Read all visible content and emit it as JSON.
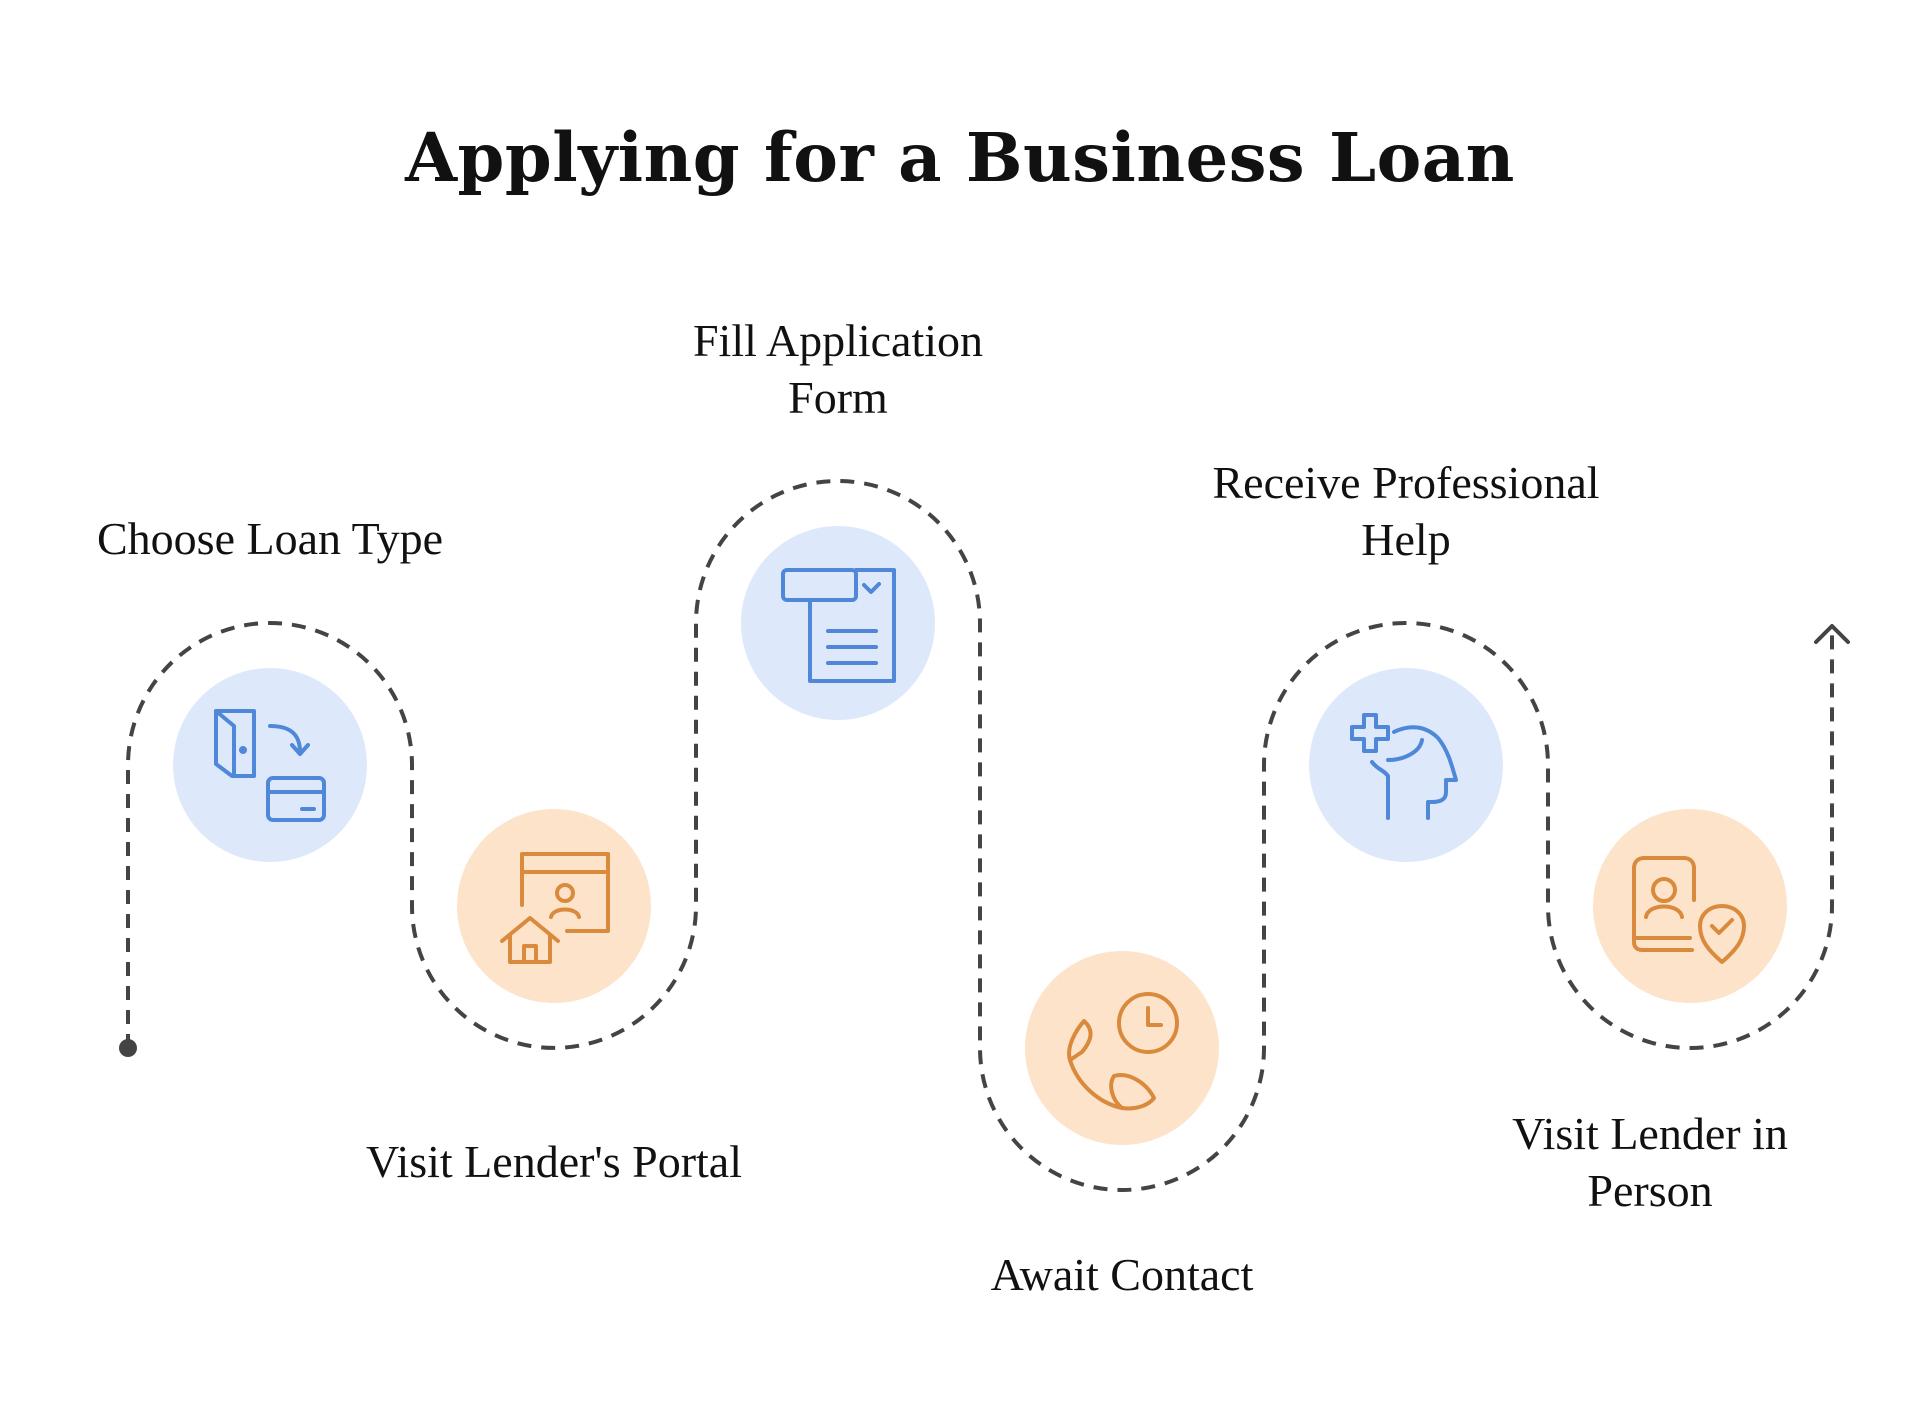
{
  "title": "Applying for a Business Loan",
  "colors": {
    "blue_fill": "#dde9fb",
    "blue_icon": "#4f87d9",
    "orange_fill": "#fde3ca",
    "orange_icon": "#d98a3d",
    "path": "#444444"
  },
  "steps": [
    {
      "label": "Choose Loan Type",
      "icon": "wallet-card-exchange-icon",
      "theme": "blue"
    },
    {
      "label": "Visit Lender's Portal",
      "icon": "home-portal-icon",
      "theme": "orange"
    },
    {
      "label": "Fill Application Form",
      "icon": "application-form-icon",
      "theme": "blue"
    },
    {
      "label": "Await Contact",
      "icon": "phone-clock-icon",
      "theme": "orange"
    },
    {
      "label": "Receive Professional Help",
      "icon": "medical-help-head-icon",
      "theme": "blue"
    },
    {
      "label": "Visit Lender in Person",
      "icon": "id-badge-location-icon",
      "theme": "orange"
    }
  ]
}
